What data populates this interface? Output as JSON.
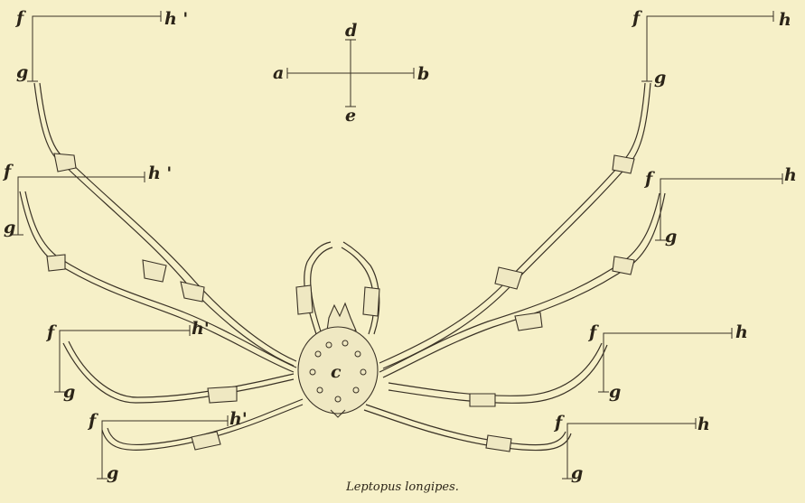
{
  "caption": "Leptopus longipes.",
  "labels": {
    "f": "f",
    "g": "g",
    "h": "h",
    "h_prime": "h'",
    "h_prime_spaced": "h '",
    "a": "a",
    "b": "b",
    "d": "d",
    "e": "e",
    "c": "c"
  },
  "colors": {
    "paper": "#f6f0c8",
    "ink": "#3a3226"
  }
}
